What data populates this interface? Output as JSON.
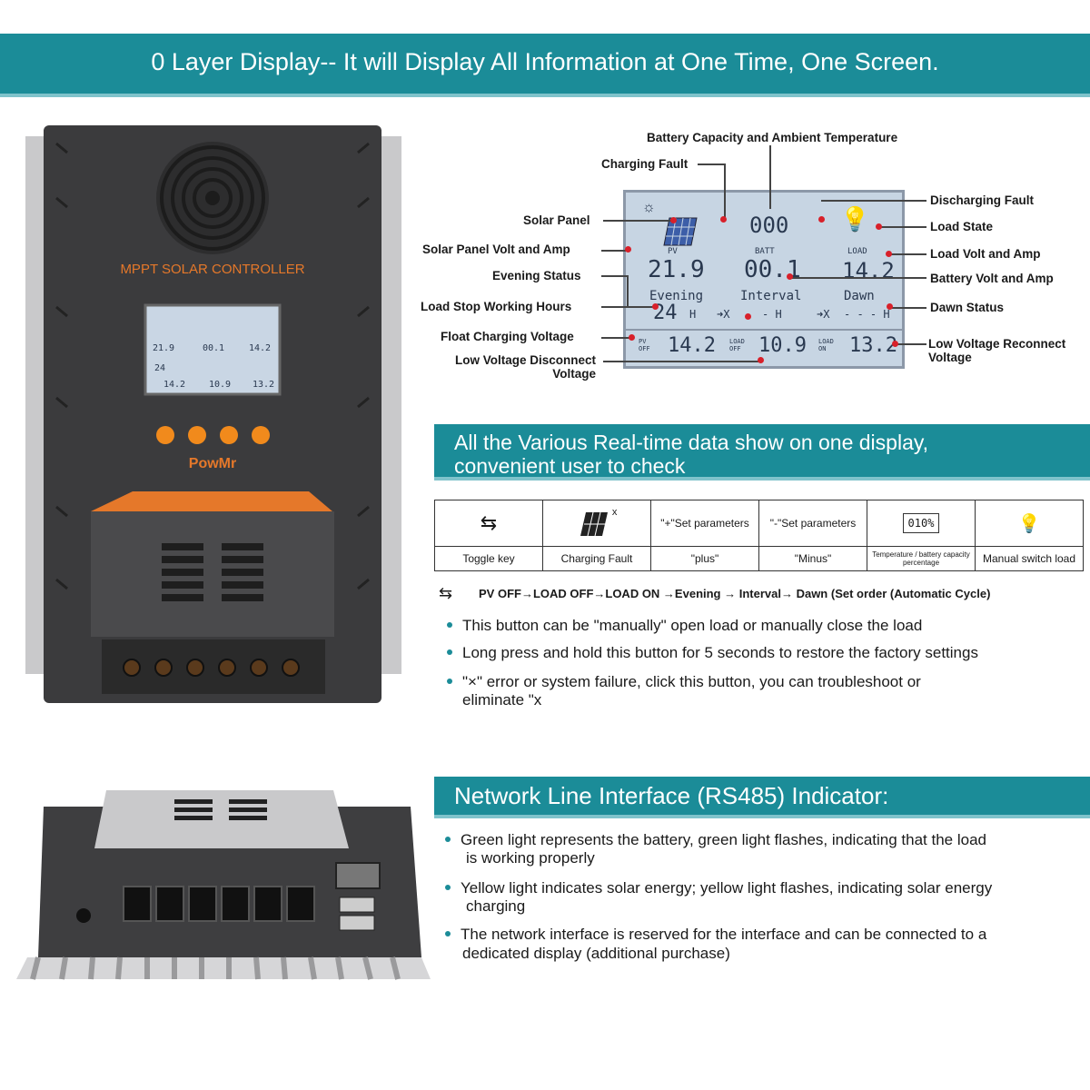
{
  "header": {
    "title": "0 Layer Display-- It will Display All Information at One Time, One Screen."
  },
  "device": {
    "label": "MPPT SOLAR CONTROLLER",
    "brand": "PowMr",
    "lcd_values": {
      "pv": "21.9",
      "batt": "00.1",
      "load": "14.2",
      "ev": "24",
      "lv": "14.2",
      "mid": "10.9",
      "hv": "13.2"
    }
  },
  "lcd_diagram": {
    "header_pv": "PV",
    "header_batt": "BATT",
    "header_load": "LOAD",
    "capacity": "000",
    "pv_value": "21.9",
    "batt_value": "00.1",
    "load_value": "14.2",
    "evening": "Evening",
    "interval": "Interval",
    "dawn": "Dawn",
    "evening_hours": "24",
    "h1": "H",
    "arrow_x1": "➜X",
    "dash_h": "- H",
    "arrow_x2": "➜X",
    "dashes": "- - - H",
    "float_value": "14.2",
    "lvd_value": "10.9",
    "lvr_value": "13.2",
    "pv_off": "PV OFF",
    "load_off": "LOAD OFF",
    "load_on": "LOAD ON"
  },
  "labels": {
    "battery_capacity": "Battery Capacity and Ambient Temperature",
    "charging_fault": "Charging Fault",
    "solar_panel": "Solar Panel",
    "solar_volt_amp": "Solar Panel Volt and Amp",
    "evening_status": "Evening Status",
    "load_stop": "Load Stop Working Hours",
    "float_voltage": "Float Charging Voltage",
    "low_disconnect_1": "Low Voltage Disconnect",
    "low_disconnect_2": "Voltage",
    "discharging_fault": "Discharging Fault",
    "load_state": "Load State",
    "load_volt_amp": "Load Volt and Amp",
    "battery_volt_amp": "Battery Volt and Amp",
    "dawn_status": "Dawn Status",
    "low_reconnect_1": "Low Voltage Reconnect",
    "low_reconnect_2": "Voltage"
  },
  "realtime_banner": {
    "line1": "All the Various Real-time data show on one display,",
    "line2": "convenient user to check"
  },
  "func_table": {
    "col1": {
      "icon": "toggle-arrows-icon",
      "label": "Toggle key"
    },
    "col2": {
      "icon": "solar-panel-icon",
      "mark": "x",
      "label": "Charging Fault"
    },
    "col3": {
      "top": "\"+\"Set parameters",
      "label": "\"plus\""
    },
    "col4": {
      "top": "\"-\"Set parameters",
      "label": "\"Minus\""
    },
    "col5": {
      "top": "010%",
      "label": "Temperature / battery capacity percentage"
    },
    "col6": {
      "icon": "bulb-hand-icon",
      "label": "Manual switch load"
    }
  },
  "cycle_text": "PV OFF→LOAD OFF→LOAD ON →Evening → Interval→ Dawn (Set order (Automatic Cycle)",
  "toggle_bullets": [
    "This button can be \"manually\" open load or manually close the load",
    "Long press and hold this button for 5 seconds to restore the factory settings",
    "\"×\" error or system failure, click this button, you can troubleshoot or",
    "eliminate \"x"
  ],
  "rs485_banner": "Network Line Interface (RS485) Indicator:",
  "rs485_bullets": [
    "Green light represents the battery, green light flashes, indicating that the load",
    "is working properly",
    "Yellow light indicates solar energy; yellow light flashes, indicating solar energy",
    "charging",
    "The network interface is reserved for the interface and can be connected to a",
    "dedicated display (additional purchase)"
  ],
  "colors": {
    "teal": "#1b8c98",
    "orange": "#f18a1c",
    "red_dot": "#d8202a"
  }
}
